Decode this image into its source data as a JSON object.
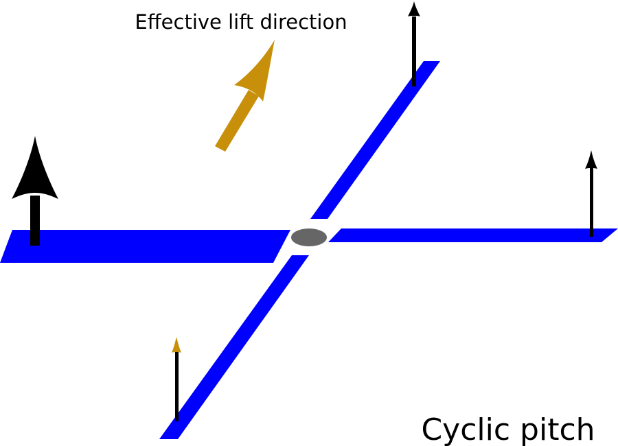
{
  "diagram": {
    "effective_lift_label": "Effective lift direction",
    "caption": "Cyclic pitch"
  },
  "colors": {
    "blade": "#0000ff",
    "hub": "#666666",
    "lift_arrow": "#000000",
    "effective_lift_arrow": "#c8900a",
    "background": "#ffffff"
  },
  "icons": {
    "hub": "hub-ellipse",
    "lift": "up-arrow",
    "effective_lift": "diagonal-arrow"
  }
}
